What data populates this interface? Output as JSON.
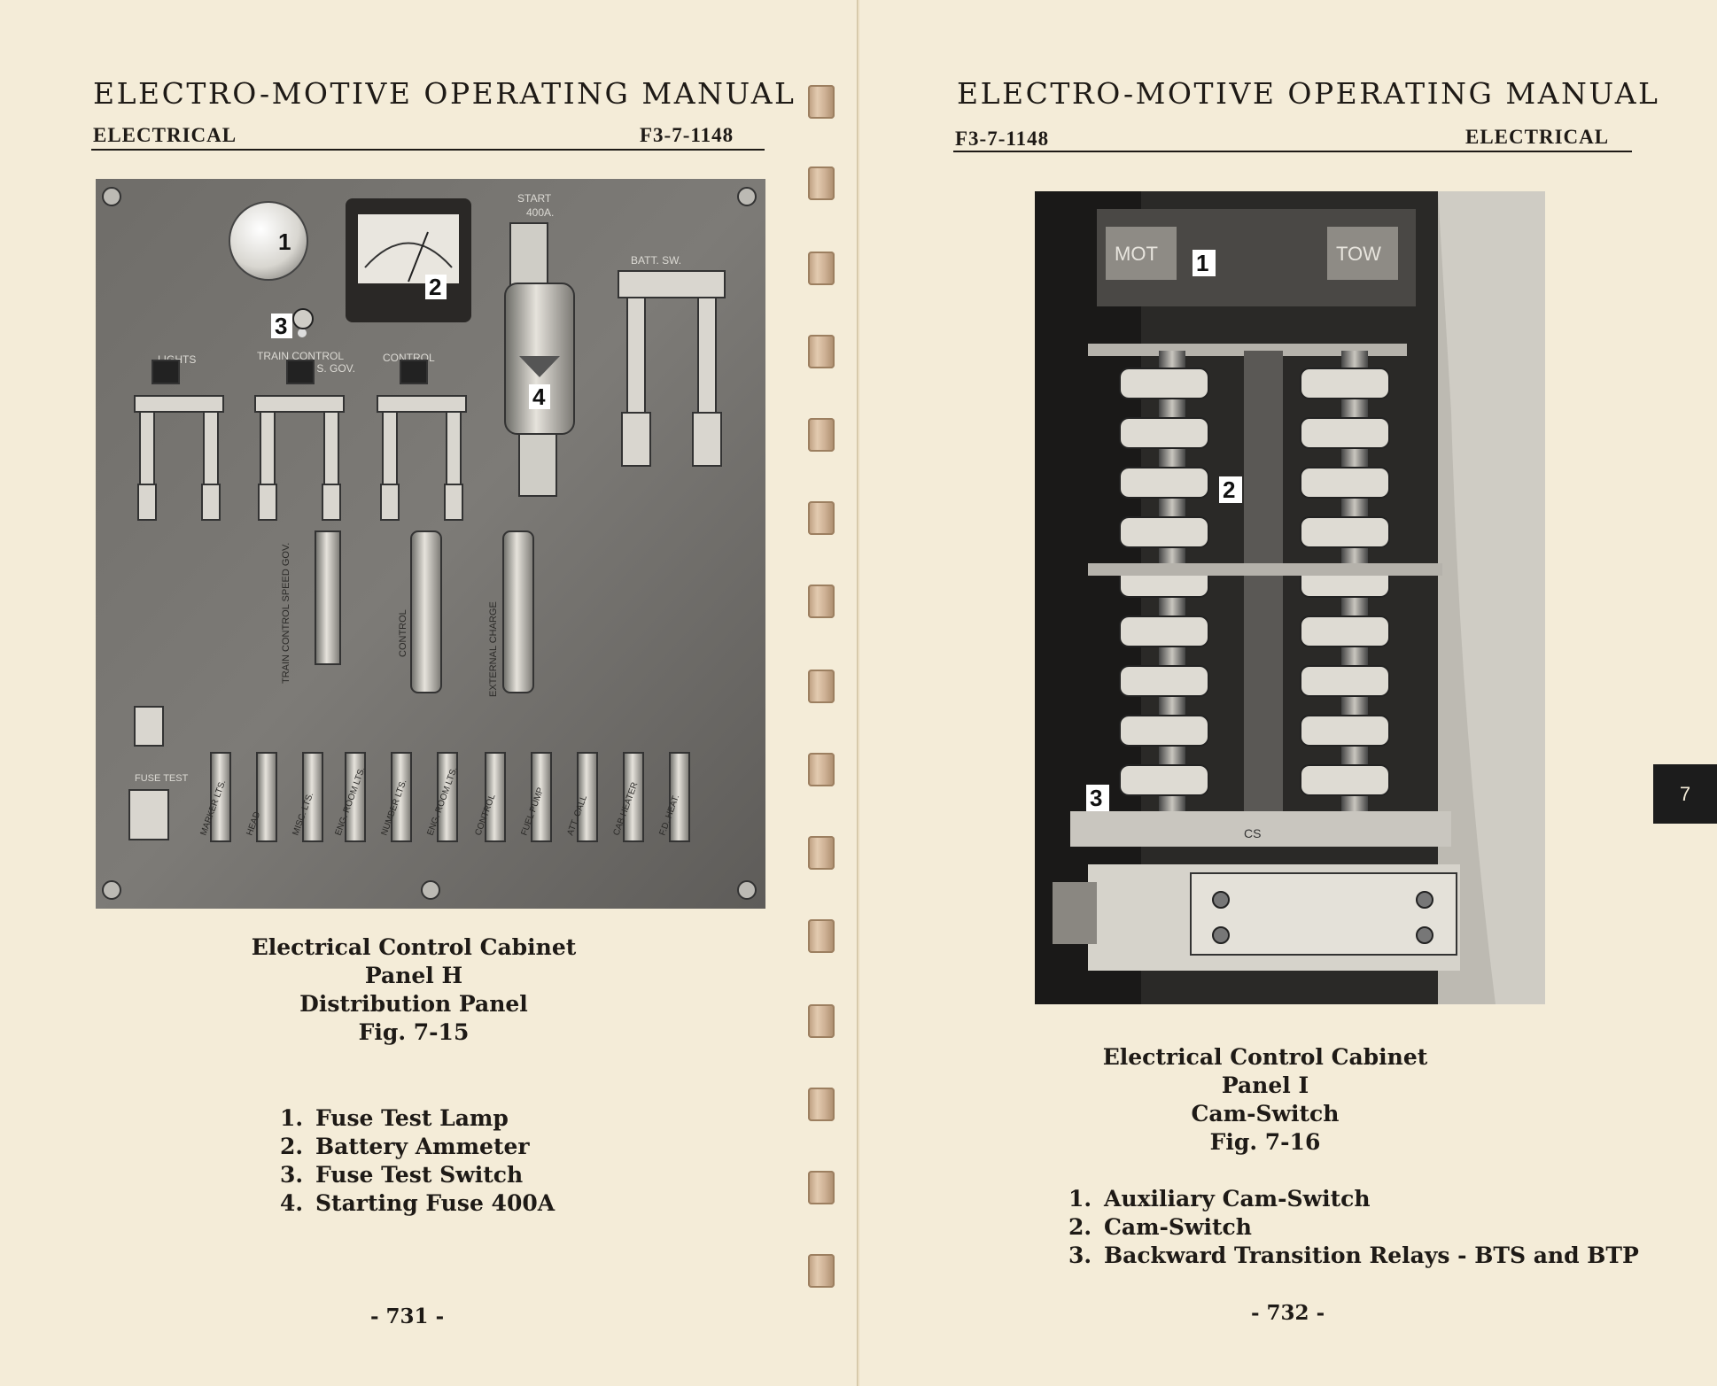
{
  "left_page": {
    "manual_title": "ELECTRO-MOTIVE OPERATING MANUAL",
    "section_label": "ELECTRICAL",
    "doc_number": "F3-7-1148",
    "photo": {
      "callouts": [
        "1",
        "2",
        "3",
        "4"
      ],
      "labels": {
        "start": "START",
        "start_amps": "400A.",
        "batt_sw": "BATT. SW.",
        "lights": "LIGHTS",
        "train_control": "TRAIN CONTROL",
        "sgov": "& S. GOV.",
        "control": "CONTROL",
        "fuse_test": "FUSE TEST",
        "vertical_fuses": [
          "TRAIN CONTROL SPEED GOV.",
          "CONTROL",
          "EXTERNAL CHARGE"
        ],
        "bottom_fuses": [
          "MARKER LTS.",
          "HEAD",
          "MISC. LTS.",
          "ENG. ROOM LTS.",
          "NUMBER LTS.",
          "ENG. ROOM LTS.",
          "CONTROL",
          "FUEL PUMP",
          "ATT. CALL",
          "CAB HEATER",
          "F.D. HEAT."
        ]
      }
    },
    "caption": [
      "Electrical Control Cabinet",
      "Panel H",
      "Distribution Panel",
      "Fig. 7-15"
    ],
    "legend": [
      {
        "num": "1.",
        "text": "Fuse Test Lamp"
      },
      {
        "num": "2.",
        "text": "Battery Ammeter"
      },
      {
        "num": "3.",
        "text": "Fuse Test Switch"
      },
      {
        "num": "4.",
        "text": "Starting Fuse 400A"
      }
    ],
    "page_number": "- 731 -"
  },
  "right_page": {
    "manual_title": "ELECTRO-MOTIVE OPERATING MANUAL",
    "doc_number": "F3-7-1148",
    "section_label": "ELECTRICAL",
    "photo": {
      "callouts": [
        "1",
        "2",
        "3"
      ],
      "labels": {
        "mot": "MOT",
        "tow": "TOW",
        "cs": "CS"
      }
    },
    "caption": [
      "Electrical Control Cabinet",
      "Panel I",
      "Cam-Switch",
      "Fig. 7-16"
    ],
    "legend": [
      {
        "num": "1.",
        "text": "Auxiliary Cam-Switch"
      },
      {
        "num": "2.",
        "text": "Cam-Switch"
      },
      {
        "num": "3.",
        "text": "Backward Transition Relays  - BTS and BTP"
      }
    ],
    "page_number": "- 732 -"
  },
  "tab_marker": "7"
}
